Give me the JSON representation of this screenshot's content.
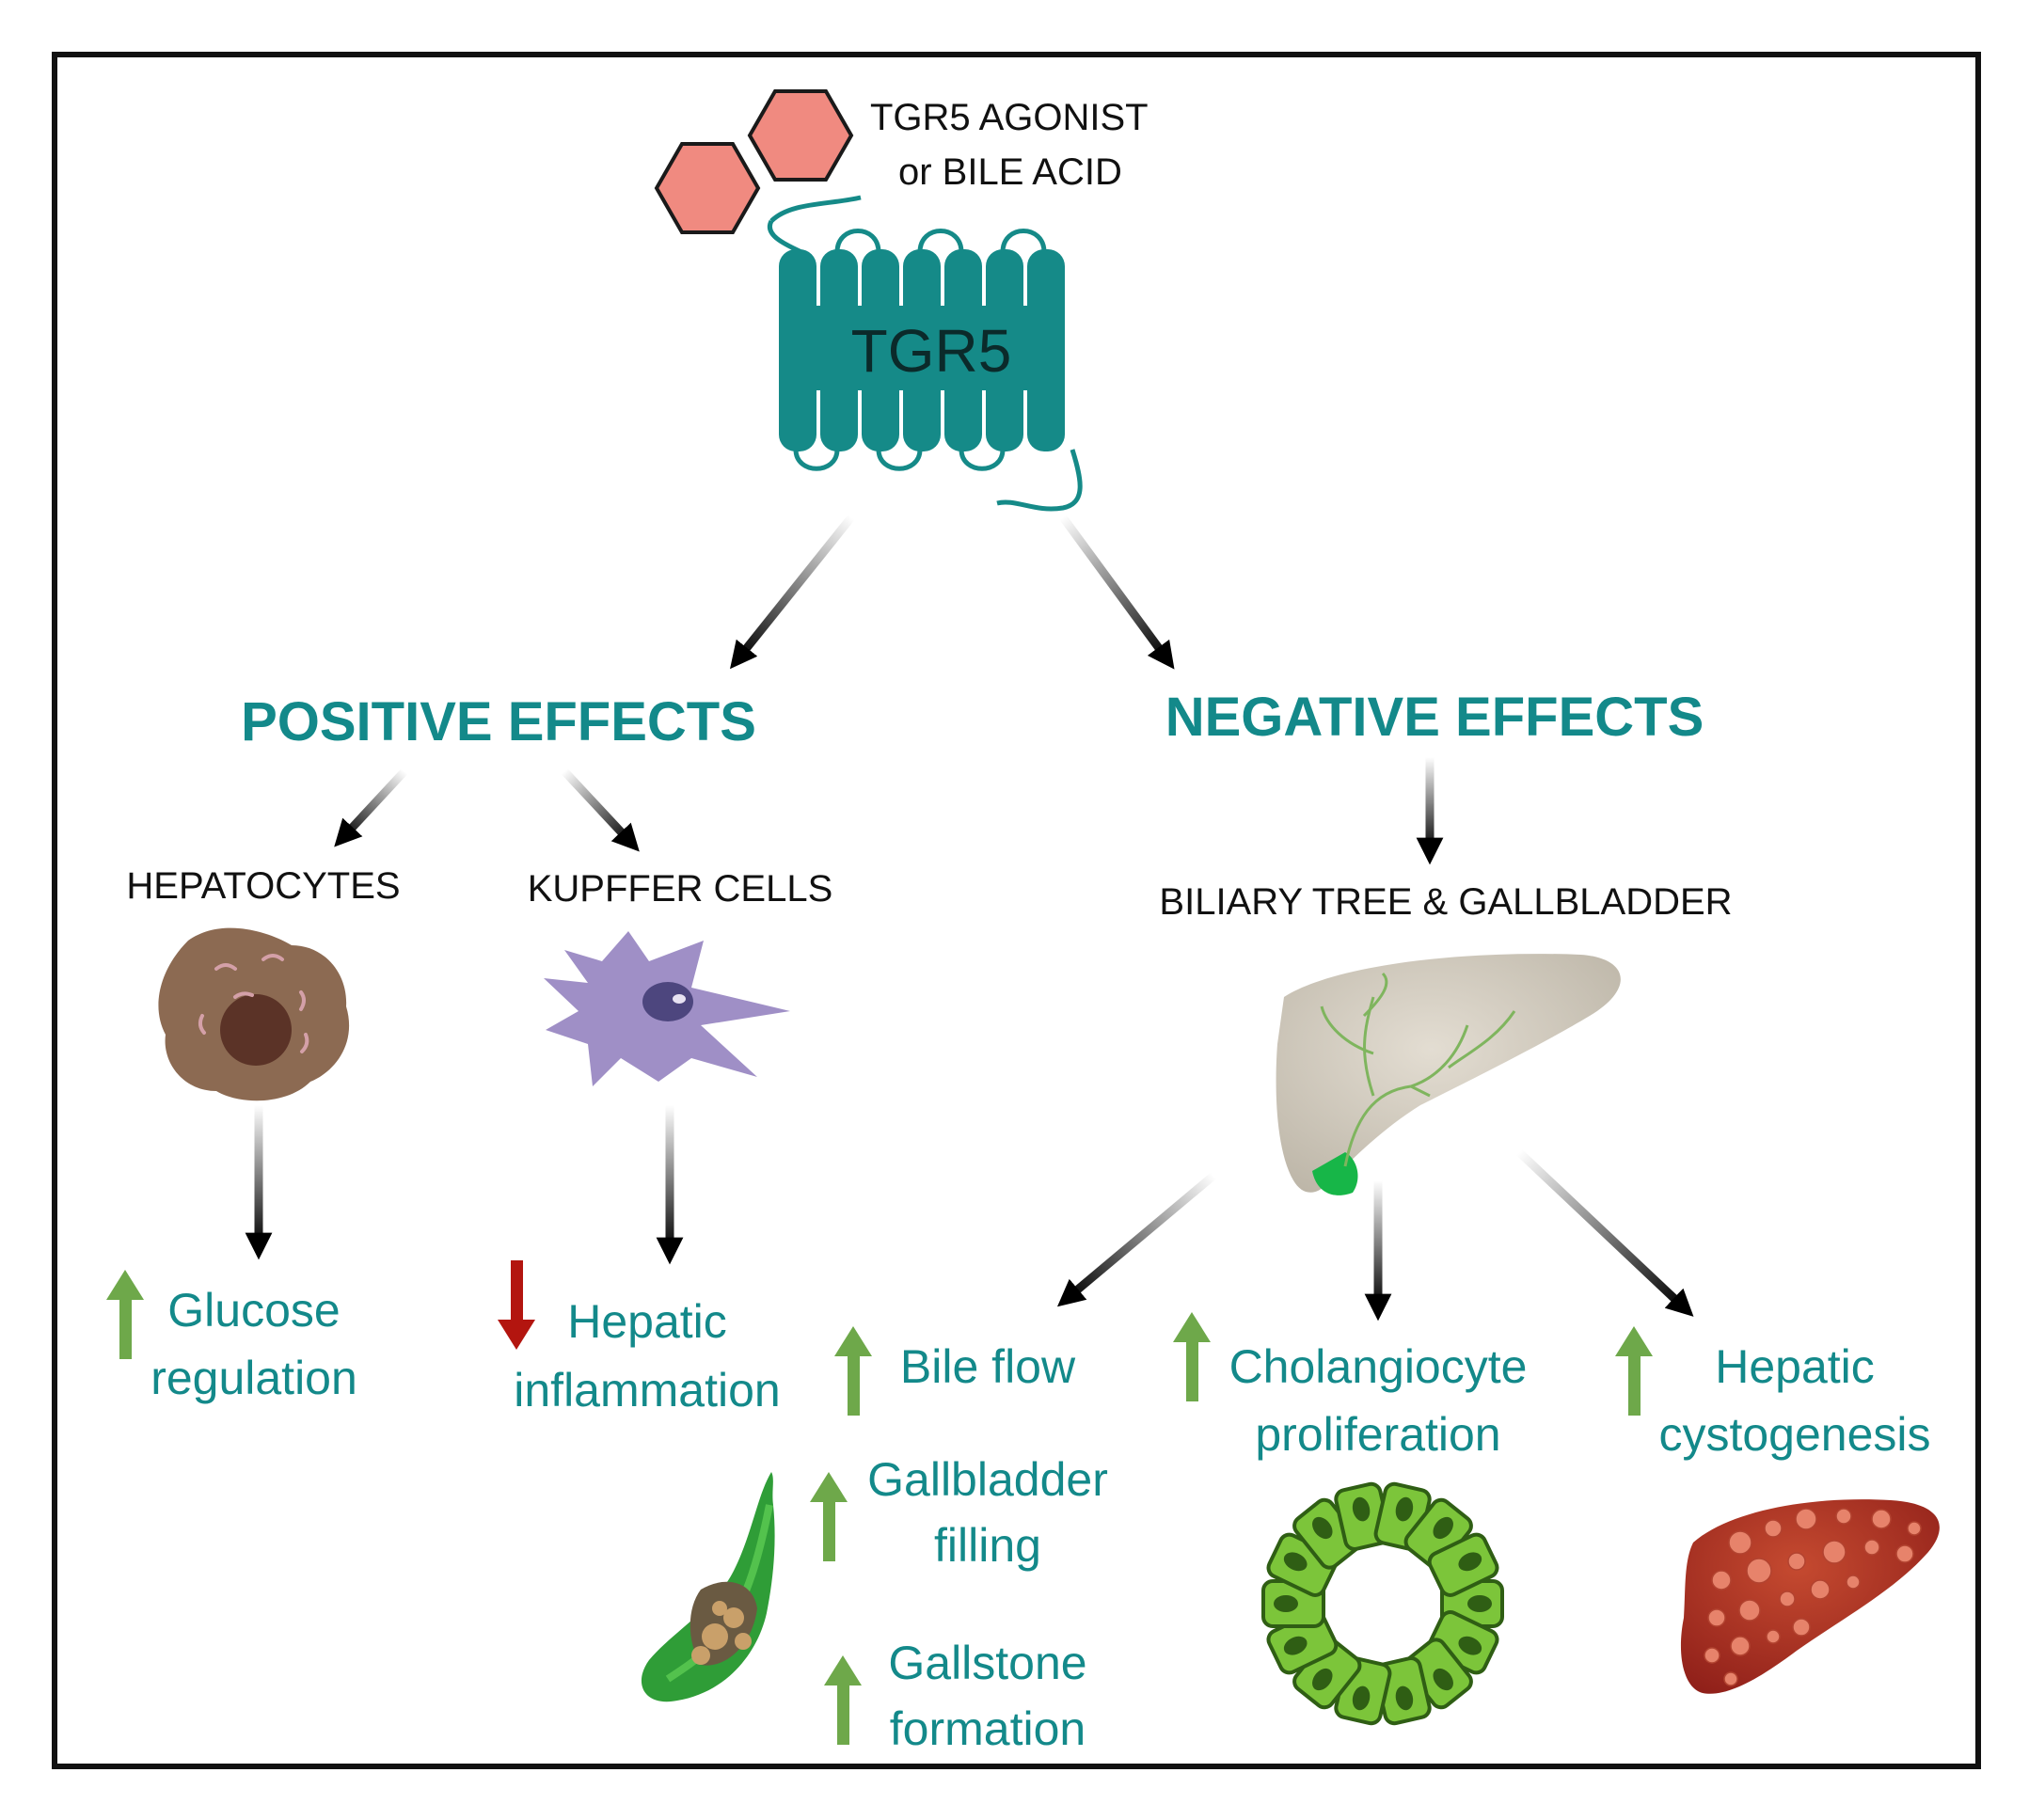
{
  "ligand": {
    "line1": "TGR5 AGONIST",
    "line2": "or BILE ACID"
  },
  "receptor": {
    "label": "TGR5"
  },
  "headings": {
    "positive": "POSITIVE EFFECTS",
    "negative": "NEGATIVE EFFECTS"
  },
  "targets": {
    "hepatocytes": "HEPATOCYTES",
    "kupffer": "KUPFFER CELLS",
    "biliary": "BILIARY TREE & GALLBLADDER"
  },
  "outcomes": {
    "glucose": {
      "line1": "Glucose",
      "line2": "regulation",
      "direction": "up"
    },
    "inflammation": {
      "line1": "Hepatic",
      "line2": "inflammation",
      "direction": "down"
    },
    "bile_flow": {
      "line1": "Bile flow",
      "direction": "up"
    },
    "gb_filling": {
      "line1": "Gallbladder",
      "line2": "filling",
      "direction": "up"
    },
    "gallstone": {
      "line1": "Gallstone",
      "line2": "formation",
      "direction": "up"
    },
    "cholangiocyte": {
      "line1": "Cholangiocyte",
      "line2": "proliferation",
      "direction": "up"
    },
    "cystogenesis": {
      "line1": "Hepatic",
      "line2": "cystogenesis",
      "direction": "up"
    }
  },
  "icons": {
    "ligand": "hexagon-pair-icon",
    "receptor": "seven-transmembrane-receptor-icon",
    "hepatocyte": "hepatocyte-cell-icon",
    "kupffer": "kupffer-cell-icon",
    "liver": "liver-biliary-tree-icon",
    "gallbladder": "gallbladder-with-stones-icon",
    "cholangiocytes": "cholangiocyte-ring-icon",
    "cystic_liver": "cystic-liver-icon"
  },
  "colors": {
    "teal": "#13898a",
    "up_arrow": "#6ea84a",
    "down_arrow": "#b3150f",
    "ligand": "#f08a80",
    "frame": "#111111"
  }
}
